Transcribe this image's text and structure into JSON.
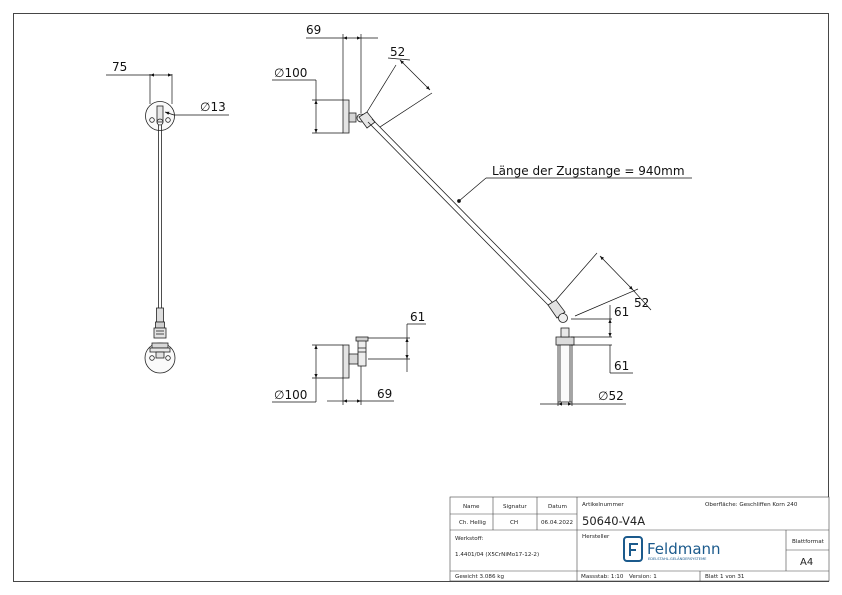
{
  "dimensions": {
    "front_width": "75",
    "front_bolt": "∅13",
    "side_top_width": "69",
    "side_top_dia": "∅100",
    "side_top_angle": "52",
    "rod_length": "Länge der Zugstange = 940mm",
    "side_bottom_angle": "52",
    "side_bottom_height_top": "61",
    "side_bottom_height": "61",
    "side_bottom_dia": "∅52",
    "detail_height": "61",
    "detail_dia": "∅100",
    "detail_width": "69"
  },
  "title_block": {
    "name_header": "Name",
    "signature_header": "Signatur",
    "date_header": "Datum",
    "name_value": "Ch. Hellig",
    "signature_value": "CH",
    "date_value": "06.04.2022",
    "article_label": "Artikelnummer",
    "surface": "Oberfläche: Geschliffen Korn 240",
    "article_number": "50640-V4A",
    "material_label": "Werkstoff:",
    "material_value": "1.4401/04 (X5CrNiMo17-12-2)",
    "manufacturer_label": "Hersteller",
    "brand": "Feldmann",
    "brand_tagline": "EDELSTAHL-GELÄNDERSYSTEME",
    "sheet_format_label": "Blattformat",
    "sheet_format": "A4",
    "weight": "Gewicht 3.086 kg",
    "scale": "Massstab: 1:10",
    "version": "Version: 1",
    "sheet": "Blatt 1 von 31"
  }
}
